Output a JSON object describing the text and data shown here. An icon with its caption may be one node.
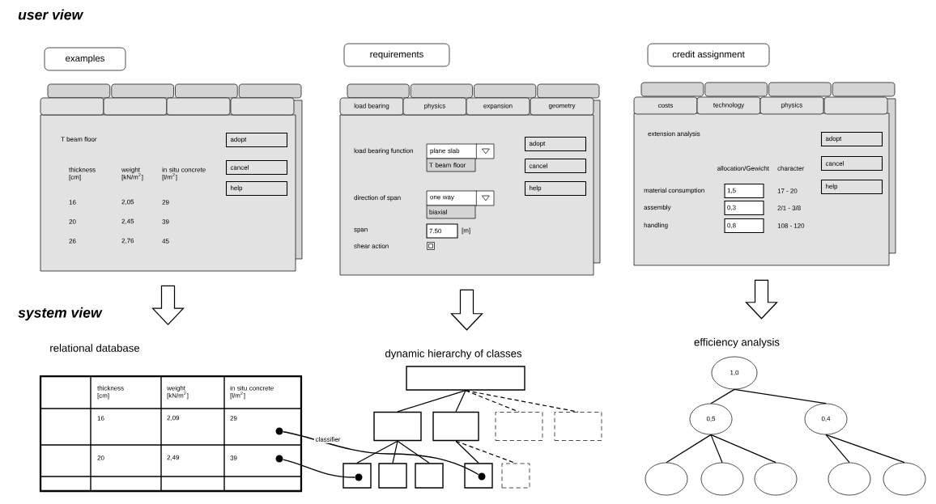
{
  "diagram": {
    "nodes": [
      {
        "text": [
          "examples"
        ]
      },
      {
        "text": [
          "requirements"
        ]
      },
      {
        "text": [
          "credit assignment"
        ]
      },
      {
        "text": [],
        "shape": "box"
      },
      {
        "text": [],
        "shape": "box"
      },
      {
        "text": [],
        "shape": "box"
      },
      {
        "text": [],
        "shape": "box"
      },
      {
        "text": [],
        "shape": "box"
      },
      {
        "text": [
          "adopt"
        ],
        "in": 3
      },
      {
        "text": [
          "cancel"
        ],
        "in": 3
      },
      {
        "text": [
          "help"
        ],
        "in": 3
      },
      {
        "text": [],
        "shape": "box"
      },
      {
        "text": [
          "load bearing"
        ]
      },
      {
        "text": [
          "physics"
        ]
      },
      {
        "text": [
          "expansion"
        ]
      },
      {
        "text": [
          "geometry"
        ]
      },
      {
        "text": [
          "plane slab"
        ],
        "in": 11
      },
      {
        "text": [
          "T beam floor"
        ],
        "in": 11
      },
      {
        "text": [
          "one way"
        ],
        "in": 11
      },
      {
        "text": [
          "biaxial"
        ],
        "in": 11
      },
      {
        "text": [
          "7.50"
        ],
        "in": 11
      },
      {
        "text": [],
        "shape": "box",
        "in": 11
      },
      {
        "text": [
          "adopt"
        ],
        "in": 11
      },
      {
        "text": [
          "cancel"
        ],
        "in": 11
      },
      {
        "text": [
          "help"
        ],
        "in": 11
      },
      {
        "text": [],
        "shape": "box"
      },
      {
        "text": [
          "costs"
        ]
      },
      {
        "text": [
          "technology"
        ]
      },
      {
        "text": [
          "physics"
        ]
      },
      {
        "text": [],
        "shape": "box"
      },
      {
        "text": [
          "adopt"
        ],
        "in": 25
      },
      {
        "text": [
          "cancel"
        ],
        "in": 25
      },
      {
        "text": [
          "help"
        ],
        "in": 25
      },
      {
        "text": [
          "1,5"
        ],
        "in": 25
      },
      {
        "text": [
          "0,3"
        ],
        "in": 25
      },
      {
        "text": [
          "0,8"
        ],
        "in": 25
      },
      {
        "text": [
          "relational database"
        ]
      },
      {
        "text": [
          "dynamic hierarchy of classes"
        ]
      },
      {
        "text": [
          "efficiency analysis"
        ]
      },
      {
        "text": [],
        "shape": "box"
      },
      {
        "text": [],
        "shape": "box"
      },
      {
        "text": [],
        "shape": "box"
      },
      {
        "text": [],
        "shape": "box"
      },
      {
        "text": [],
        "shape": "box"
      },
      {
        "text": [],
        "shape": "box"
      },
      {
        "text": [],
        "shape": "box"
      },
      {
        "text": [],
        "shape": "box"
      },
      {
        "text": [],
        "shape": "box"
      },
      {
        "text": [],
        "shape": "box"
      },
      {
        "text": [],
        "shape": "box"
      },
      {
        "text": [
          "1,0"
        ]
      },
      {
        "text": [
          "0,5"
        ]
      },
      {
        "text": [
          "0,4"
        ]
      },
      {
        "text": [],
        "shape": "ellipse"
      },
      {
        "text": [],
        "shape": "ellipse"
      },
      {
        "text": [],
        "shape": "ellipse"
      },
      {
        "text": [],
        "shape": "ellipse"
      },
      {
        "text": [],
        "shape": "ellipse"
      },
      {
        "text": [],
        "shape": "circle",
        "in": 39
      },
      {
        "text": [],
        "shape": "circle",
        "in": 39
      },
      {
        "text": [],
        "shape": "circle",
        "in": 48
      },
      {
        "text": [],
        "shape": "circle",
        "in": 45
      }
    ],
    "edges": [
      {
        "from": 3,
        "to": 36,
        "arrow": "to"
      },
      {
        "from": 11,
        "to": 37,
        "arrow": "to"
      },
      {
        "from": 25,
        "to": 38,
        "arrow": "to"
      },
      {
        "from": 40,
        "to": 41,
        "arrow": "none"
      },
      {
        "from": 40,
        "to": 42,
        "arrow": "none"
      },
      {
        "from": 40,
        "to": 43,
        "arrow": "none",
        "style": "dashed"
      },
      {
        "from": 40,
        "to": 44,
        "arrow": "none",
        "style": "dashed"
      },
      {
        "from": 41,
        "to": 45,
        "arrow": "none"
      },
      {
        "from": 41,
        "to": 46,
        "arrow": "none"
      },
      {
        "from": 41,
        "to": 47,
        "arrow": "none"
      },
      {
        "from": 42,
        "to": 48,
        "arrow": "none"
      },
      {
        "from": 42,
        "to": 49,
        "arrow": "none",
        "style": "dashed"
      },
      {
        "from": 58,
        "to": 60,
        "arrow": "none",
        "label": "classifier"
      },
      {
        "from": 59,
        "to": 61,
        "arrow": "none"
      },
      {
        "from": 50,
        "to": 51,
        "arrow": "none"
      },
      {
        "from": 50,
        "to": 52,
        "arrow": "none"
      },
      {
        "from": 51,
        "to": 53,
        "arrow": "none"
      },
      {
        "from": 51,
        "to": 54,
        "arrow": "none"
      },
      {
        "from": 51,
        "to": 55,
        "arrow": "none"
      },
      {
        "from": 52,
        "to": 56,
        "arrow": "none"
      },
      {
        "from": 52,
        "to": 57,
        "arrow": "none"
      }
    ],
    "labels": [
      "user view",
      "T beam floor",
      "thickness [cm]",
      "weight [kN/m$^{2}$]",
      "in situ concrete [l/m$^{2}$]",
      "16",
      "2,05",
      "29",
      "20",
      "2,45",
      "39",
      "26",
      "2,76",
      "45",
      "load bearing function",
      "direction of span",
      "span",
      "[m]",
      "shear action",
      "extension analysis",
      "allocation/Gewicht",
      "character",
      "material consumption",
      "17 - 20",
      "assembly",
      "2/1 - 3/8",
      "handling",
      "108 - 120",
      "system view",
      "thickness [cm]",
      "weight [kN/m$^{2}$]",
      "in situ concrete [l/m$^{2}$]",
      "16",
      "2,09",
      "29",
      "20",
      "2,49",
      "39"
    ]
  }
}
